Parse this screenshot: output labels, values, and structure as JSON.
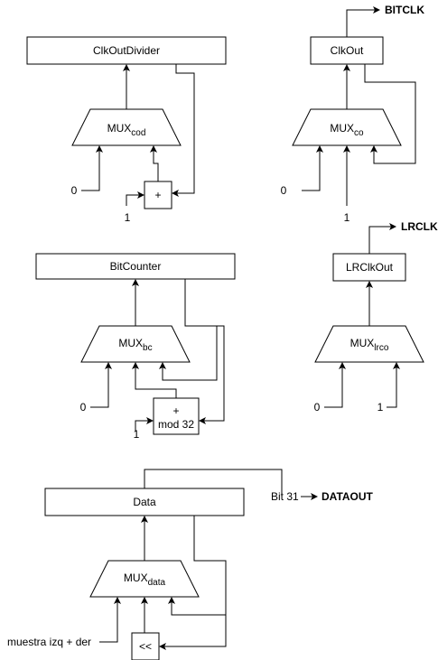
{
  "blocks": {
    "clk_out_divider": "ClkOutDivider",
    "clk_out": "ClkOut",
    "bit_counter": "BitCounter",
    "lrclk_out": "LRClkOut",
    "data": "Data"
  },
  "muxes": {
    "cod": {
      "base": "MUX",
      "sub": "cod"
    },
    "co": {
      "base": "MUX",
      "sub": "co"
    },
    "bc": {
      "base": "MUX",
      "sub": "bc"
    },
    "lrco": {
      "base": "MUX",
      "sub": "lrco"
    },
    "data": {
      "base": "MUX",
      "sub": "data"
    }
  },
  "operators": {
    "plus": "+",
    "plus_mod_line1": "+",
    "plus_mod_line2": "mod 32",
    "shift": "<<"
  },
  "inputs": {
    "cod_zero": "0",
    "cod_one": "1",
    "co_zero": "0",
    "co_one": "1",
    "bc_zero": "0",
    "bc_one": "1",
    "lrco_zero": "0",
    "lrco_one": "1",
    "data_sample": "muestra izq + der"
  },
  "outputs": {
    "bitclk": "BITCLK",
    "lrclk": "LRCLK",
    "bit31": "Bit 31",
    "dataout": "DATAOUT"
  }
}
